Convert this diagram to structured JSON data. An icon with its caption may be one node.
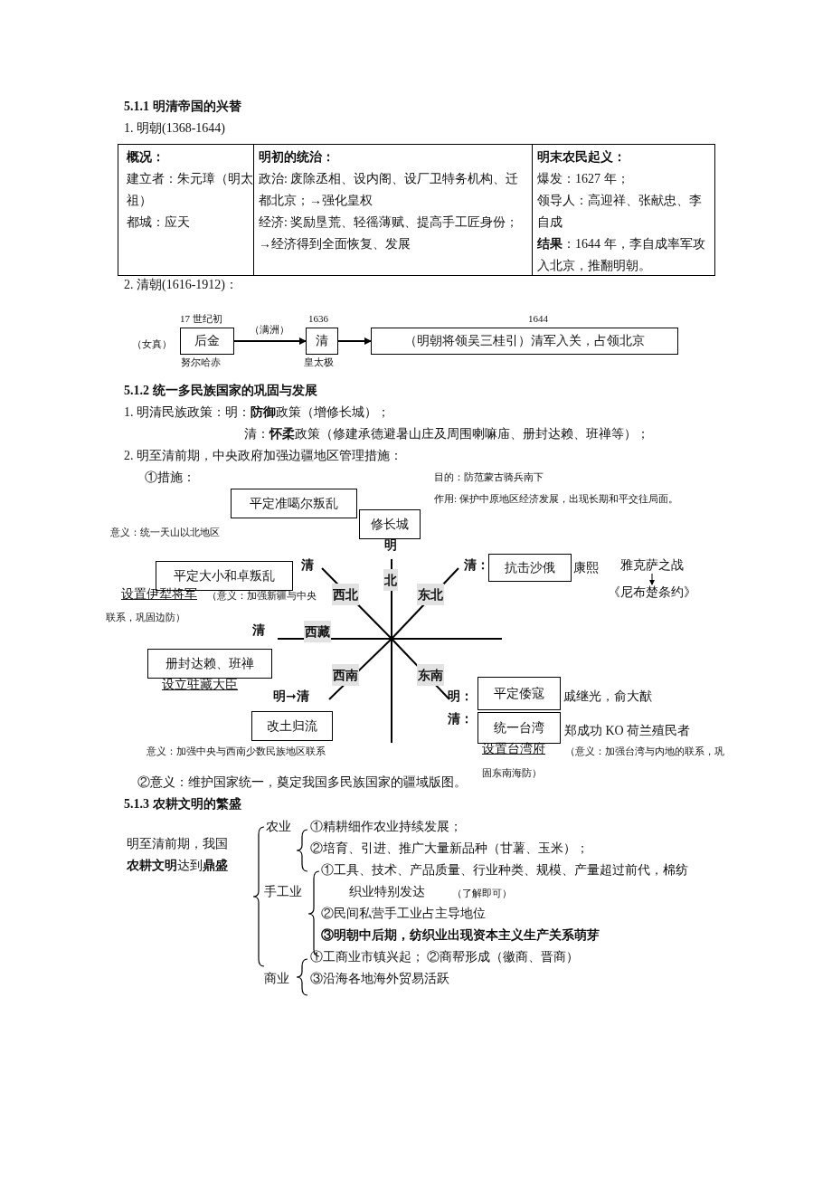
{
  "diagram": {
    "nodes": [
      {
        "text": [
          "后金"
        ],
        "beside": [
          "17 世纪初",
          "（女真）",
          "努尔哈赤"
        ]
      },
      {
        "text": [
          "清"
        ],
        "beside": [
          "1636",
          "（满洲）",
          "皇太极"
        ]
      },
      {
        "text": [
          "（明朝将领吴三桂引）清军入关，占领北京"
        ],
        "beside": [
          "1644"
        ]
      },
      {
        "text": [
          "平定准噶尔叛乱"
        ],
        "beside": [
          "意义：统一天山以北地区"
        ]
      },
      {
        "text": [
          "修长城"
        ],
        "beside": [
          "目的：防范蒙古骑兵南下",
          "作用: 保护中原地区经济发展，出现长期和平交往局面。"
        ]
      },
      {
        "text": [
          "平定大小和卓叛乱"
        ],
        "beside": [
          "设置伊犁将军",
          "（意义：加强新疆与中央联系，巩固边防）"
        ]
      },
      {
        "text": [
          "抗击沙俄"
        ],
        "beside": [
          "康熙"
        ]
      },
      {
        "text": [
          "雅克萨之战"
        ]
      },
      {
        "text": [
          "《尼布楚条约》"
        ]
      },
      {
        "text": [
          "册封达赖、班禅"
        ],
        "beside": [
          "设立驻藏大臣"
        ]
      },
      {
        "text": [
          "平定倭寇"
        ],
        "beside": [
          "戚继光，俞大猷"
        ]
      },
      {
        "text": [
          "改土归流"
        ],
        "beside": [
          "意义：加强中央与西南少数民族地区联系"
        ]
      },
      {
        "text": [
          "统一台湾"
        ],
        "beside": [
          "郑成功 KO 荷兰殖民者",
          "设置台湾府",
          "（意义：加强台湾与内地的联系，巩固东南海防）"
        ]
      }
    ],
    "edges": [
      {
        "from": 0,
        "to": 1,
        "arrow": "to"
      },
      {
        "from": 1,
        "to": 2,
        "arrow": "to"
      },
      {
        "from": 7,
        "to": 8,
        "arrow": "to"
      }
    ],
    "labels": [
      "5.1.1  明清帝国的兴替",
      "1. 明朝(1368-1644)",
      "概况：",
      "建立者：朱元璋（明太祖）",
      "都城：应天",
      "明初的统治：",
      "政治: 废除丞相、设内阁、设厂卫特务机构、迁都北京；→强化皇权",
      "经济: 奖励垦荒、轻徭薄赋、提高手工匠身份；→经济得到全面恢复、发展",
      "明末农民起义：",
      "爆发：1627 年；",
      "领导人：高迎祥、张献忠、李自成",
      "**结果**：1644 年，李自成率军攻入北京，推翻明朝。",
      "2. 清朝(1616-1912)：",
      "5.1.2  统一多民族国家的巩固与发展",
      "1. 明清民族政策：明：**防御**政策（增修长城）；",
      "清：**怀柔**政策（修建承德避暑山庄及周围喇嘛庙、册封达赖、班禅等）；",
      "2. 明至清前期，中央政府加强边疆地区管理措施：",
      "①措施：",
      "明",
      "清",
      "北",
      "清：",
      "西北",
      "东北",
      "清",
      "西藏",
      "西南",
      "东南",
      "明➞清",
      "明：",
      "清：",
      "②意义：维护国家统一，奠定我国多民族国家的疆域版图。",
      "5.1.3  农耕文明的繁盛",
      "明至清前期，我国**农耕文明**达到**鼎盛**",
      "农业",
      "①精耕细作农业持续发展；",
      "②培育、引进、推广大量新品种（甘薯、玉米）；",
      "手工业",
      "①工具、技术、产品质量、行业种类、规模、产量超过前代，棉纺织业特别发达",
      "（了解即可）",
      "②民间私营手工业占主导地位",
      "③明朝中后期，纺织业出现资本主义生产关系萌芽",
      "商业",
      "①工商业市镇兴起；",
      "②商帮形成（徽商、晋商）",
      "③沿海各地海外贸易活跃"
    ]
  }
}
